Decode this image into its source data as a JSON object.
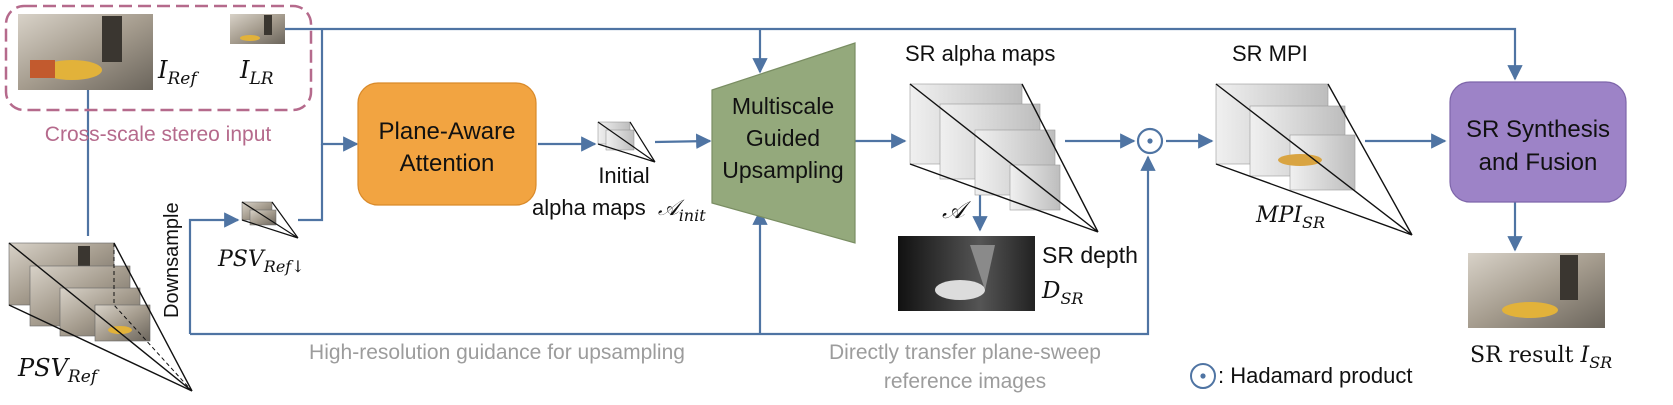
{
  "inputs": {
    "ref_symbol": "I",
    "ref_sub": "Ref",
    "lr_symbol": "I",
    "lr_sub": "LR",
    "group_label": "Cross-scale stereo input"
  },
  "psv": {
    "symbol": "PSV",
    "sub": "Ref",
    "down_sub": "Ref↓",
    "downsample_label": "Downsample"
  },
  "attention": {
    "line1": "Plane-Aware",
    "line2": "Attention"
  },
  "initial_alpha": {
    "line1": "Initial",
    "line2": "alpha maps",
    "symbol": "𝒜",
    "sub": "init"
  },
  "upsampling": {
    "line1": "Multiscale",
    "line2": "Guided",
    "line3": "Upsampling"
  },
  "sr_alpha": {
    "label": "SR alpha maps",
    "symbol": "𝒜"
  },
  "sr_depth": {
    "line1": "SR depth",
    "symbol": "D",
    "sub": "SR"
  },
  "sr_mpi": {
    "label": "SR MPI",
    "symbol": "MPI",
    "sub": "SR"
  },
  "synthesis": {
    "line1": "SR Synthesis",
    "line2": "and Fusion"
  },
  "result": {
    "label": "SR result ",
    "symbol": "I",
    "sub": "SR"
  },
  "bottom": {
    "guidance_label": "High-resolution guidance for upsampling",
    "transfer_line1": "Directly transfer plane-sweep",
    "transfer_line2": "reference images"
  },
  "legend": {
    "hadamard_label": ": Hadamard product"
  },
  "colors": {
    "arrow": "#4f74a3",
    "attention_fill": "#f2a441",
    "upsampling_fill": "#94a97c",
    "synthesis_fill": "#9d83c7",
    "input_dash": "#b56a8c",
    "muted_text": "#9c9c9c"
  }
}
